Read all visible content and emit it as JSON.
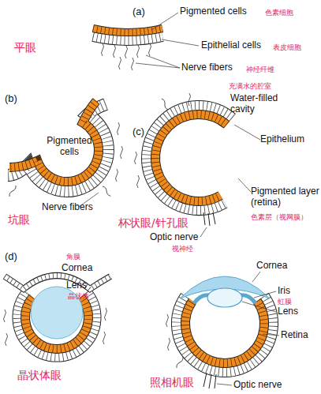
{
  "diagram": {
    "labels": [
      "(a)",
      "Pigmented cells",
      "色素细胞",
      "Epithelial cells",
      "表皮细胞",
      "Nerve fibers",
      "神经纤维",
      "平眼",
      "(b)",
      "Pigmented cells",
      "Nerve fibers",
      "坑眼",
      "(c)",
      "充满水的腔室",
      "Water-filled cavity",
      "Epithelium",
      "Pigmented layer (retina)",
      "色素层（视网膜）",
      "Optic nerve",
      "视神经",
      "杯状眼/针孔眼",
      "(d)",
      "角膜",
      "Cornea",
      "Lens",
      "晶状体",
      "晶状体眼",
      "Cornea",
      "Iris",
      "虹膜",
      "Lens",
      "Retina",
      "Optic nerve",
      "照相机眼"
    ]
  }
}
